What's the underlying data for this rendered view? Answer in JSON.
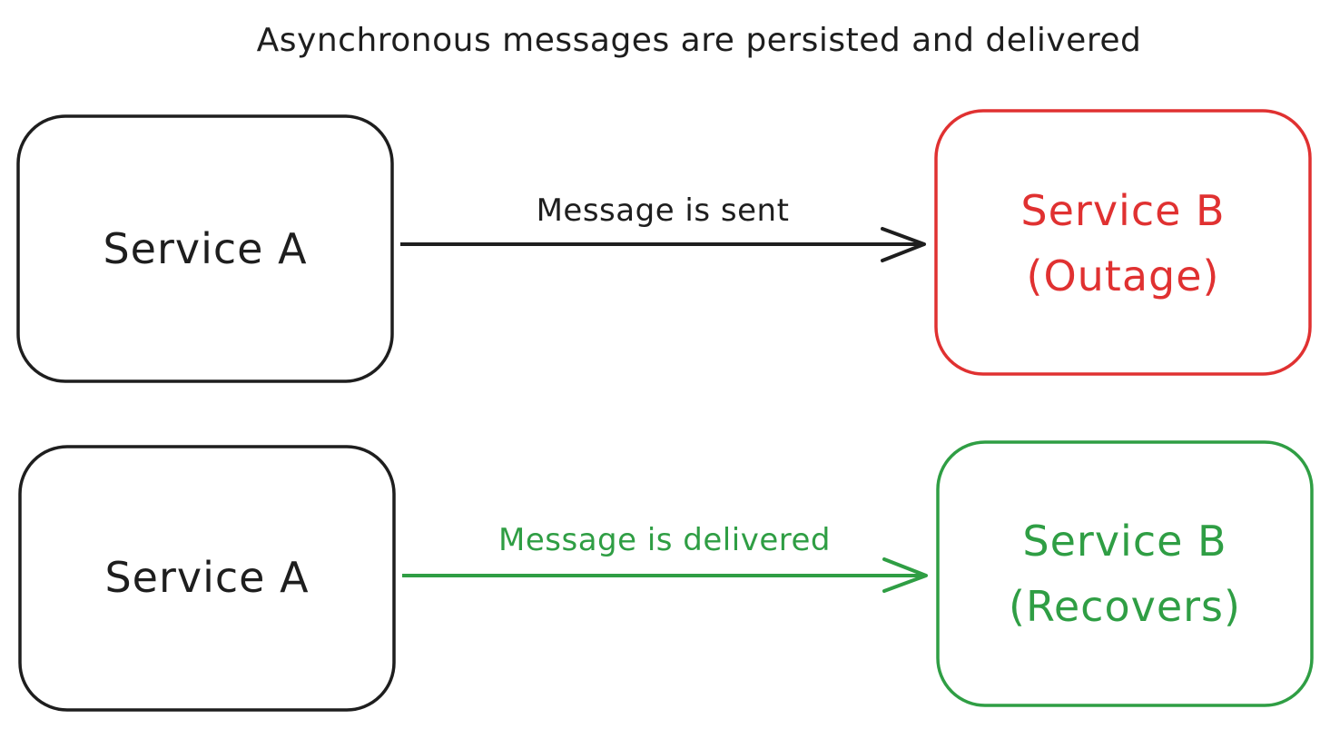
{
  "title": "Asynchronous messages are persisted and delivered",
  "rows": [
    {
      "source": {
        "lines": [
          "Service A"
        ]
      },
      "edge": {
        "label": "Message is sent"
      },
      "target": {
        "lines": [
          "Service B",
          "(Outage)"
        ]
      },
      "colors": {
        "source_stroke": "#1e1e1e",
        "source_text": "#1e1e1e",
        "edge": "#1e1e1e",
        "edge_text": "#1e1e1e",
        "target_stroke": "#e03131",
        "target_text": "#e03131"
      }
    },
    {
      "source": {
        "lines": [
          "Service A"
        ]
      },
      "edge": {
        "label": "Message is delivered"
      },
      "target": {
        "lines": [
          "Service B",
          "(Recovers)"
        ]
      },
      "colors": {
        "source_stroke": "#1e1e1e",
        "source_text": "#1e1e1e",
        "edge": "#2f9e44",
        "edge_text": "#2f9e44",
        "target_stroke": "#2f9e44",
        "target_text": "#2f9e44"
      }
    }
  ]
}
